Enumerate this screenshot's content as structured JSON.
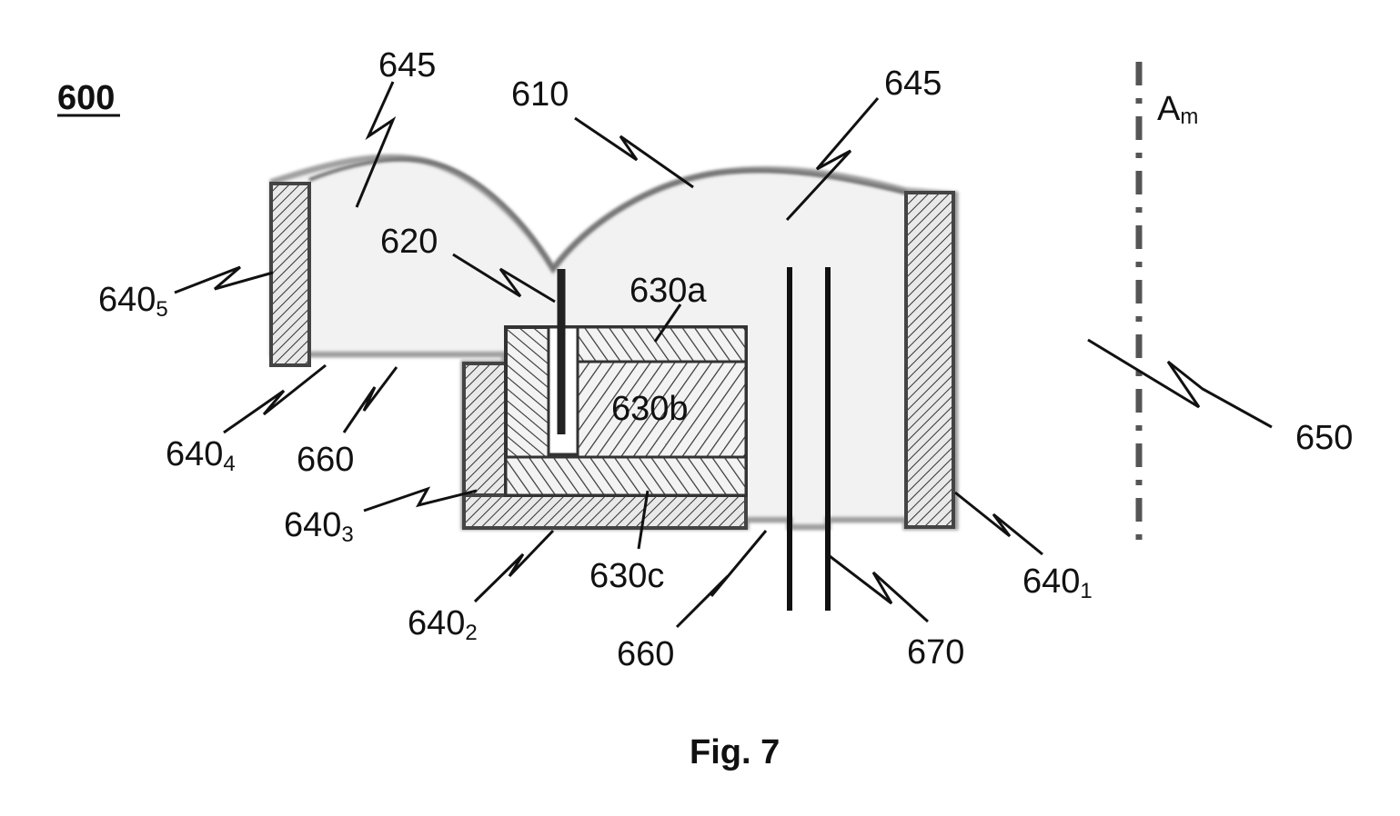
{
  "figure": {
    "number_label": "600",
    "caption": "Fig. 7"
  },
  "labels": {
    "l610": "610",
    "l620": "620",
    "l630a": "630a",
    "l630b": "630b",
    "l630c": "630c",
    "l645_left": "645",
    "l645_right": "645",
    "l650": "650",
    "l660_left": "660",
    "l660_right": "660",
    "l670": "670",
    "axis": {
      "main": "A",
      "sub": "m"
    },
    "l640_1": {
      "main": "640",
      "sub": "1"
    },
    "l640_2": {
      "main": "640",
      "sub": "2"
    },
    "l640_3": {
      "main": "640",
      "sub": "3"
    },
    "l640_4": {
      "main": "640",
      "sub": "4"
    },
    "l640_5": {
      "main": "640",
      "sub": "5"
    }
  },
  "colors": {
    "ink": "#111111",
    "gel_fill": "#f1f1f1",
    "gel_edge": "#9a9a9a",
    "block_fill": "#eeeeee"
  }
}
